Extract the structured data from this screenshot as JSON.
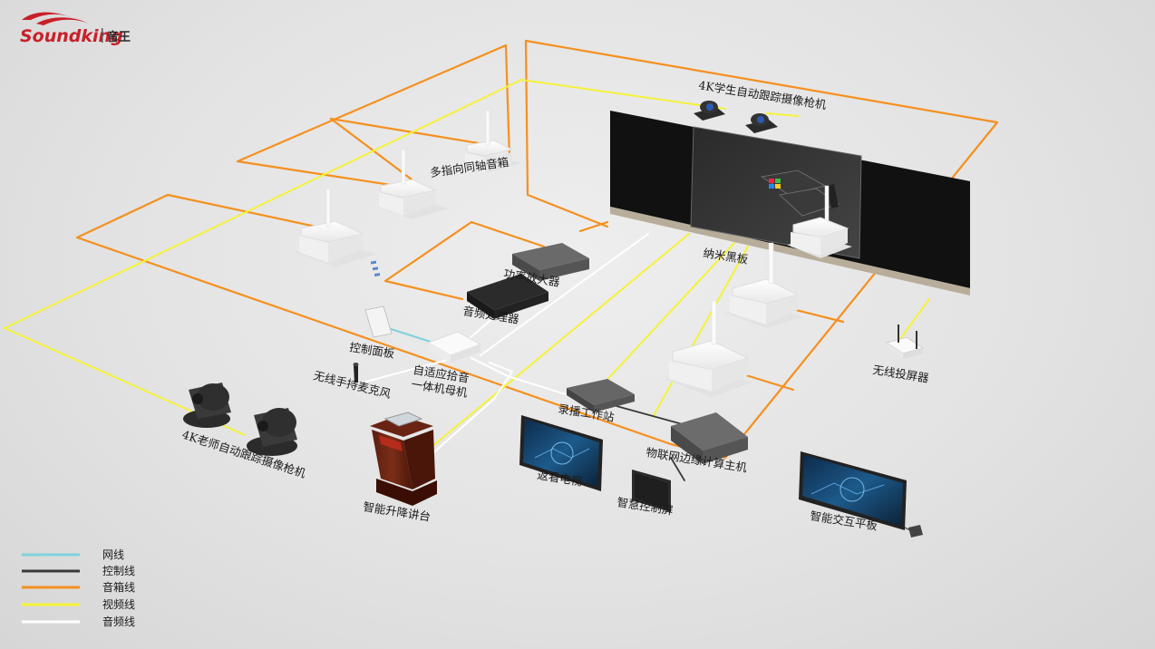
{
  "brand": {
    "logo_text": "Soundking",
    "logo_cn": "音王",
    "logo_red": "#c8202a",
    "logo_dark": "#2b2b2b"
  },
  "colors": {
    "network": "#7fd3dc",
    "control": "#3a3a3a",
    "speaker": "#f5901f",
    "video": "#f5f23a",
    "audio": "#ffffff"
  },
  "labels": {
    "student_camera": "4K学生自动跟踪摄像枪机",
    "speakers": "多指向同轴音箱",
    "nano_blackboard": "纳米黑板",
    "power_amp": "功率放大器",
    "audio_processor": "音频处理器",
    "control_panel": "控制面板",
    "mic_host_line1": "自适应拾音",
    "mic_host_line2": "一体机母机",
    "handheld_mic": "无线手持麦克风",
    "recording_station": "录播工作站",
    "wireless_cast": "无线投屏器",
    "teacher_camera": "4K老师自动跟踪摄像枪机",
    "podium": "智能升降讲台",
    "return_tv": "返看电视",
    "smart_screen": "智慧控制屏",
    "iot_host": "物联网边缘计算主机",
    "interactive_panel": "智能交互平板"
  },
  "legend": [
    {
      "label": "网线",
      "color": "#7fd3dc"
    },
    {
      "label": "控制线",
      "color": "#3a3a3a"
    },
    {
      "label": "音箱线",
      "color": "#f5901f"
    },
    {
      "label": "视频线",
      "color": "#f5f23a"
    },
    {
      "label": "音频线",
      "color": "#ffffff"
    }
  ]
}
